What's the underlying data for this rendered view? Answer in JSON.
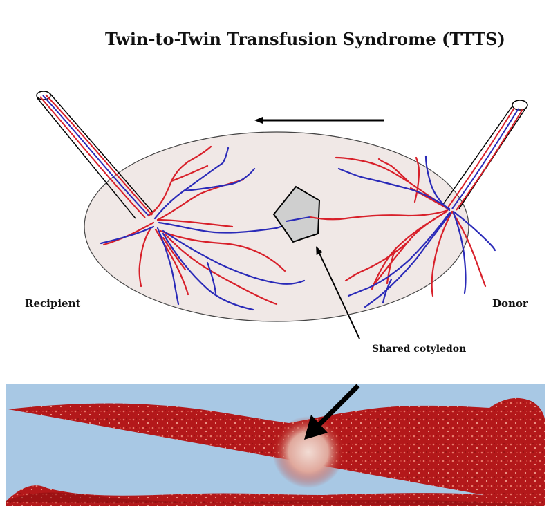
{
  "title": "Twin-to-Twin Transfusion Syndrome (TTTS)",
  "labels": {
    "recipient": "Recipient",
    "donor": "Donor",
    "shared_cotyledon": "Shared cotyledon"
  },
  "colors": {
    "artery": "#d8202a",
    "vein": "#2a2ab8",
    "placenta_fill": "#f0e8e6",
    "cotyledon_fill": "#cfcfcf",
    "photo_background": "#a8c8e4",
    "placenta_tissue": "#b01818"
  }
}
